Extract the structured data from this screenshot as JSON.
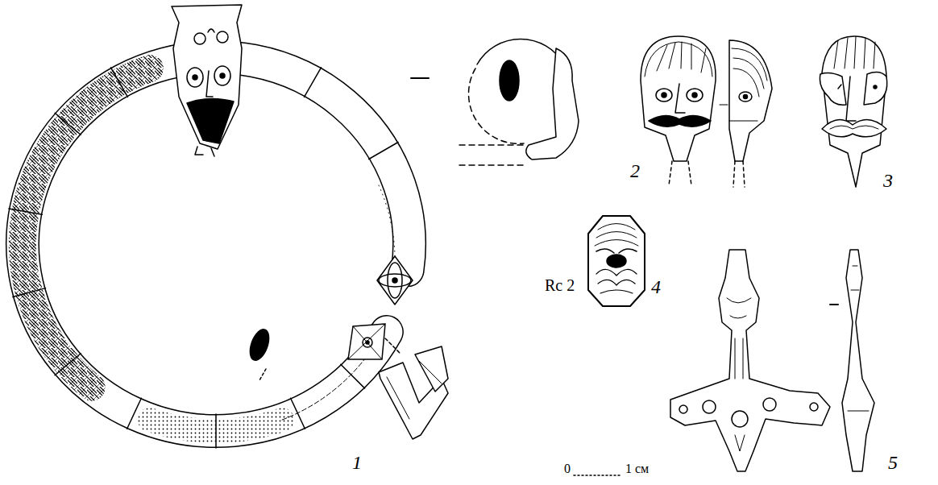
{
  "diagram": {
    "labels": [
      "1",
      "2",
      "3",
      "Rc 2",
      "4",
      "5",
      "0",
      "1 см"
    ]
  }
}
